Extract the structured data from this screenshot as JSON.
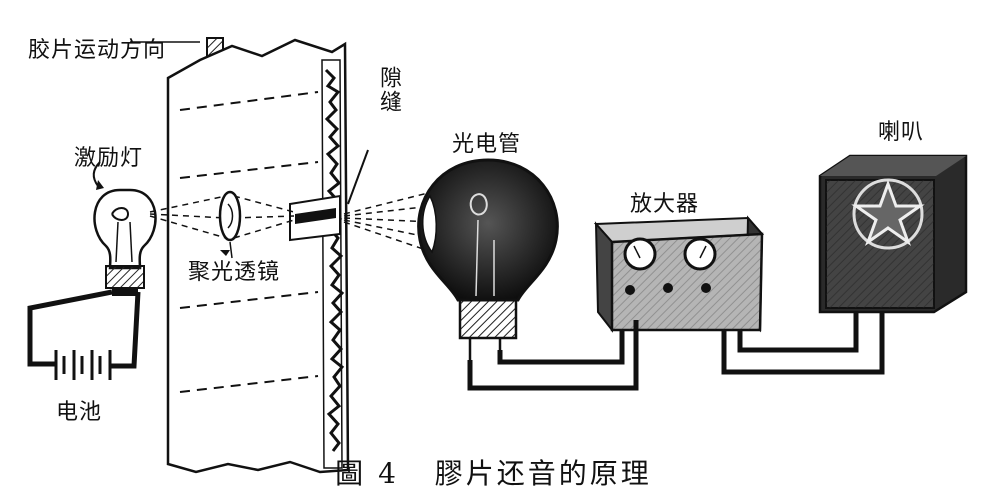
{
  "labels": {
    "film_direction": "胶片运动方向",
    "exciter_lamp": "激励灯",
    "lens": "聚光透镜",
    "slit": "隙缝",
    "photocell": "光电管",
    "amplifier": "放大器",
    "speaker": "喇叭",
    "battery": "电池"
  },
  "caption": {
    "figure_no": "圖 4",
    "title": "膠片还音的原理"
  }
}
